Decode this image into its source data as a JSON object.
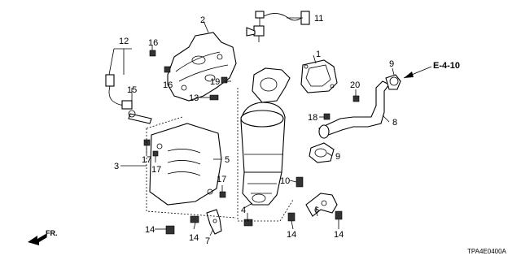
{
  "diagram": {
    "callouts": {
      "c1": "1",
      "c2": "2",
      "c3": "3",
      "c4": "4",
      "c5": "5",
      "c6": "6",
      "c7": "7",
      "c8": "8",
      "c9a": "9",
      "c9b": "9",
      "c10": "10",
      "c11": "11",
      "c12": "12",
      "c13": "13",
      "c14a": "14",
      "c14b": "14",
      "c14c": "14",
      "c14d": "14",
      "c15": "15",
      "c16a": "16",
      "c16b": "16",
      "c17a": "17",
      "c17b": "17",
      "c17c": "17",
      "c18": "18",
      "c19": "19",
      "c20": "20"
    },
    "reference": "E-4-10",
    "direction": "FR.",
    "figure_code": "TPA4E0400A"
  }
}
